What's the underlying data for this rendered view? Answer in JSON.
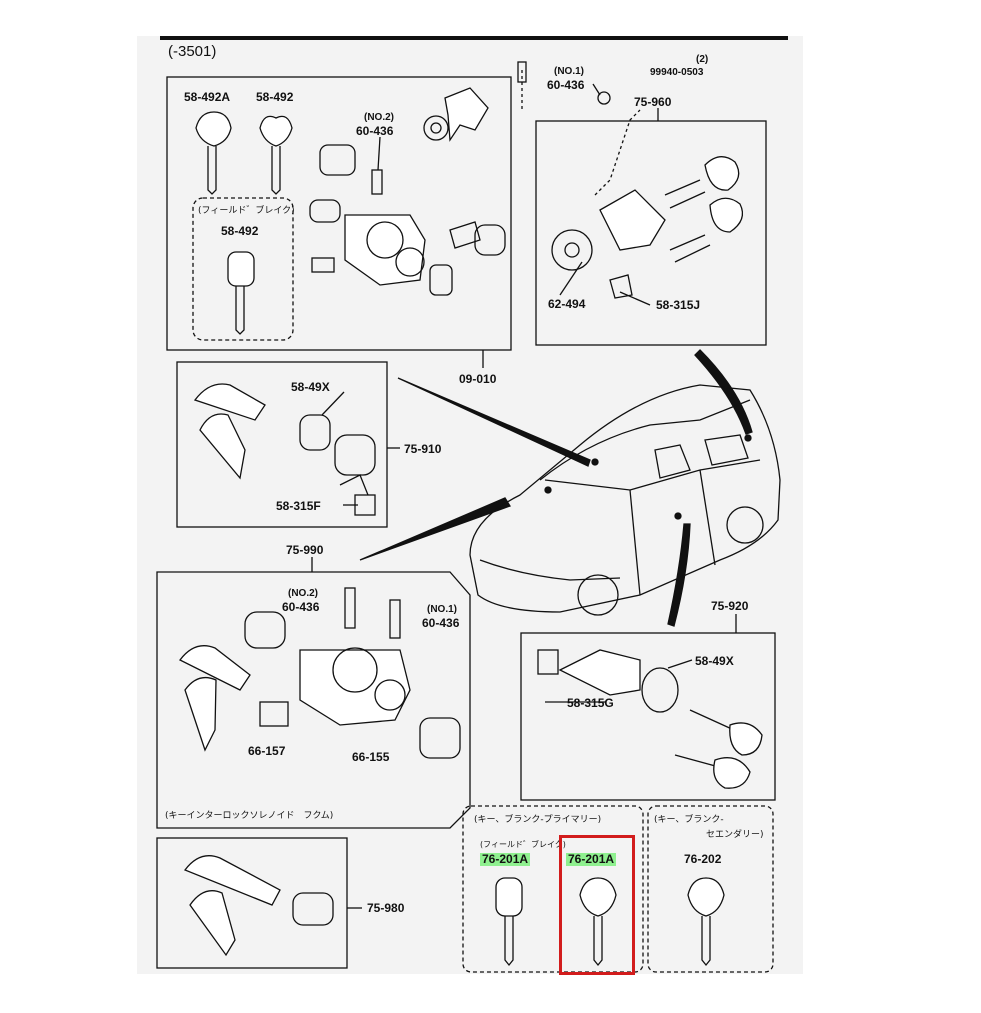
{
  "diagram": {
    "sheet_code": "(-3501)",
    "group1": {
      "key_a": "58-492A",
      "key_b": "58-492",
      "field_break_note": "(フィールド゛ブレイク)",
      "key_c": "58-492",
      "screw_no2_tag": "(NO.2)",
      "screw_no2_part": "60-436",
      "assembly": "09-010"
    },
    "screw_no1_tag": "(NO.1)",
    "screw_no1_part": "60-436",
    "nut_qty": "(2)",
    "nut_part": "99940-0503",
    "group2": {
      "set": "75-960",
      "washer": "62-494",
      "bracket": "58-315J"
    },
    "group3": {
      "cylinder": "58-49X",
      "set": "75-910",
      "bracket": "58-315F"
    },
    "group4": {
      "set": "75-990",
      "screw_no2_tag": "(NO.2)",
      "screw_no2_part": "60-436",
      "screw_no1_tag": "(NO.1)",
      "screw_no1_part": "60-436",
      "part_left": "66-157",
      "part_right": "66-155",
      "note": "(キーインターロックソレノイド　フクム)"
    },
    "group5": {
      "set": "75-920",
      "cylinder": "58-49X",
      "bracket": "58-315G"
    },
    "group6": {
      "set": "75-980"
    },
    "blank_primary": {
      "title": "(キー、ブランク-プライマリー)",
      "field_break_note": "(フィールド゛ブレイク)",
      "key_a": "76-201A",
      "key_b": "76-201A"
    },
    "blank_secondary": {
      "title_line1": "(キー、ブランク-",
      "title_line2": "セエンダリー)",
      "key": "76-202"
    },
    "colors": {
      "highlight": "#8ff08f",
      "selection_box": "#d21c1c",
      "ink": "#111111"
    }
  }
}
